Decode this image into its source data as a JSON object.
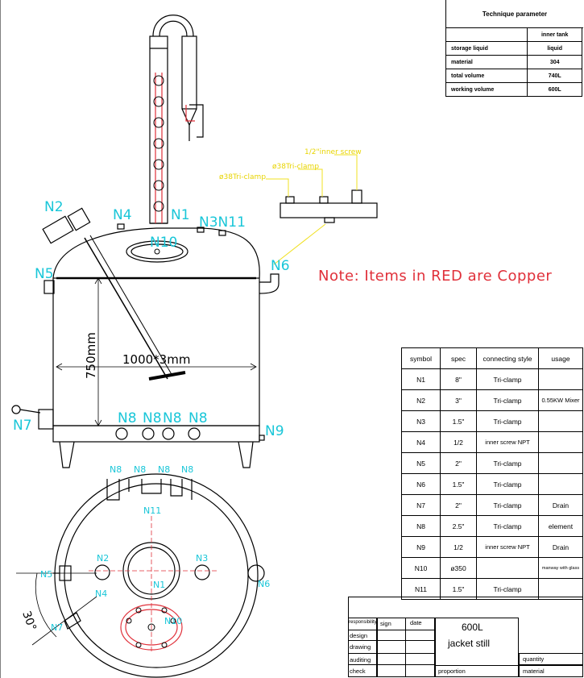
{
  "param_table": {
    "title": "Technique parameter",
    "header": [
      "",
      "inner tank"
    ],
    "rows": [
      [
        "storage liquid",
        "liquid"
      ],
      [
        "material",
        "304"
      ],
      [
        "total volume",
        "740L"
      ],
      [
        "working volume",
        "600L"
      ]
    ]
  },
  "note": "Note: Items in RED are Copper",
  "nozzle_table": {
    "headers": [
      "symbol",
      "spec",
      "connecting style",
      "usage"
    ],
    "rows": [
      [
        "N1",
        "8\"",
        "Tri-clamp",
        ""
      ],
      [
        "N2",
        "3\"",
        "Tri-clamp",
        "0.55KW Mixer"
      ],
      [
        "N3",
        "1.5\"",
        "Tri-clamp",
        ""
      ],
      [
        "N4",
        "1/2",
        "inner screw NPT",
        ""
      ],
      [
        "N5",
        "2\"",
        "Tri-clamp",
        ""
      ],
      [
        "N6",
        "1.5\"",
        "Tri-clamp",
        ""
      ],
      [
        "N7",
        "2\"",
        "Tri-clamp",
        "Drain"
      ],
      [
        "N8",
        "2.5\"",
        "Tri-clamp",
        "element"
      ],
      [
        "N9",
        "1/2",
        "inner screw NPT",
        "Drain"
      ],
      [
        "N10",
        "ø350",
        "",
        "manway with glass"
      ],
      [
        "N11",
        "1.5\"",
        "Tri-clamp",
        ""
      ]
    ]
  },
  "title_block": {
    "product": "600L",
    "product_type": "jacket still",
    "labels": {
      "responsibility": "responsibility",
      "sign": "sign",
      "date": "date",
      "design": "design",
      "drawing": "drawing",
      "auditing": "auditing",
      "check": "check",
      "proportion": "proportion",
      "quantity": "quantity",
      "material": "material"
    }
  },
  "drawing_labels": {
    "front": [
      "N2",
      "N4",
      "N1",
      "N3N11",
      "N10",
      "N5",
      "N6",
      "N7",
      "N9"
    ],
    "n8_front": [
      "N8",
      "N8",
      "N8",
      "N8"
    ],
    "n8_top": [
      "N8",
      "N8",
      "N8",
      "N8"
    ],
    "top": [
      "N11",
      "N2",
      "N3",
      "N1",
      "N4",
      "N10",
      "N5",
      "N6",
      "N7"
    ],
    "dimensions": {
      "height": "750mm",
      "diameter": "1000*3mm",
      "angle": "30°"
    },
    "callouts": {
      "inner_screw": "1/2\"inner screw",
      "clamp_a": "ø38Tri-clamp",
      "clamp_b": "ø38Tri-clamp"
    }
  },
  "colors": {
    "copper": "#e0303a",
    "label": "#19c6d8",
    "leader": "#f0e020",
    "line": "#000000"
  }
}
